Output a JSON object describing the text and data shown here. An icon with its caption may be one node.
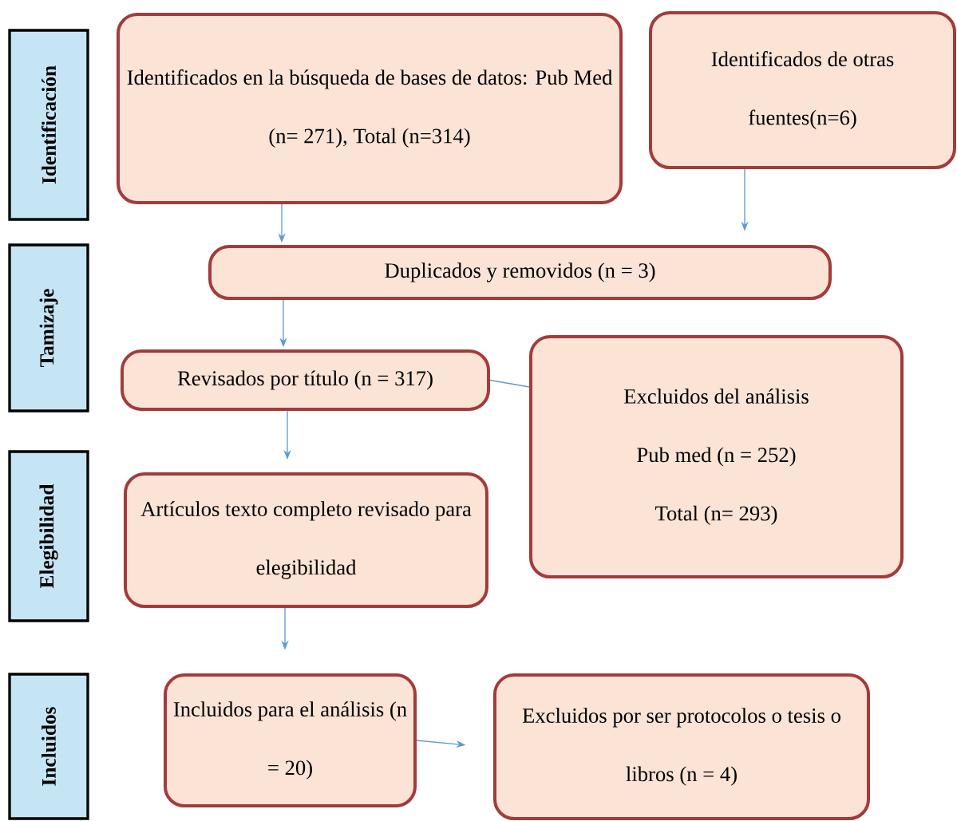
{
  "diagram": {
    "nodes": [
      {
        "text": [
          "Identificación"
        ]
      },
      {
        "text": [
          "Tamizaje"
        ]
      },
      {
        "text": [
          "Elegibilidad"
        ]
      },
      {
        "text": [
          "Incluidos"
        ]
      },
      {
        "text": [
          "Identificados en la búsqueda de bases de datos: Pub Med (n= 271), Total (n=314)"
        ]
      },
      {
        "text": [
          "Identificados de otras fuentes(n=6)"
        ]
      },
      {
        "text": [
          "Duplicados y removidos (n = 3)"
        ]
      },
      {
        "text": [
          "Revisados por título (n = 317)"
        ]
      },
      {
        "text": [
          "Excluidos del análisis",
          "Pub med (n = 252)",
          "Total (n= 293)"
        ]
      },
      {
        "text": [
          "Artículos texto completo revisado para elegibilidad"
        ]
      },
      {
        "text": [
          "Incluidos para el análisis (n = 20)"
        ]
      },
      {
        "text": [
          "Excluidos por ser protocolos o tesis o libros (n = 4)"
        ]
      }
    ],
    "edges": [
      {
        "from": 4,
        "to": 6,
        "arrow": "to"
      },
      {
        "from": 5,
        "to": 6,
        "arrow": "to"
      },
      {
        "from": 6,
        "to": 7,
        "arrow": "to"
      },
      {
        "from": 7,
        "to": 8,
        "arrow": "none"
      },
      {
        "from": 7,
        "to": 9,
        "arrow": "to"
      },
      {
        "from": 9,
        "to": 10,
        "arrow": "to"
      },
      {
        "from": 10,
        "to": 11,
        "arrow": "to"
      }
    ]
  }
}
